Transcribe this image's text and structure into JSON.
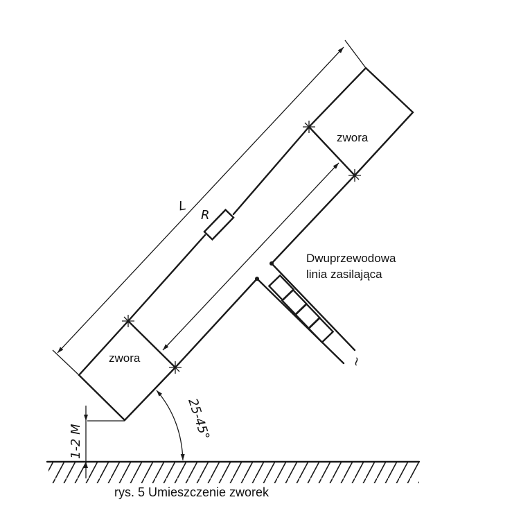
{
  "labels": {
    "length": "L",
    "resistor": "R",
    "jumper_top": "zwora",
    "jumper_bottom": "zwora",
    "feed_line_1": "Dwuprzewodowa",
    "feed_line_2": "linia zasilająca",
    "source": "~",
    "height": "1-2 M",
    "angle": "25-45°"
  },
  "caption": "rys. 5 Umieszczenie zworek"
}
